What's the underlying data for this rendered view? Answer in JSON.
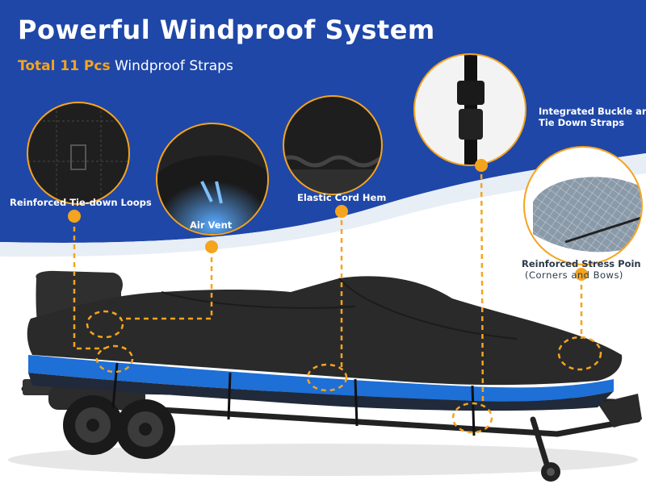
{
  "title": "Powerful Windproof System",
  "subtitle": {
    "highlight": "Total  11 Pcs",
    "rest": "Windproof Straps"
  },
  "colors": {
    "background_top": "#1f47a8",
    "accent": "#f5a41e",
    "cover": "#2a2a2a",
    "hull_stripe": "#1e6fd6"
  },
  "features": [
    {
      "label": "Reinforced Tie-down Loops",
      "icon": "tie-down-loop-closeup"
    },
    {
      "label": "Air Vent",
      "icon": "air-vent-closeup"
    },
    {
      "label": "Elastic Cord Hem",
      "icon": "elastic-hem-closeup"
    },
    {
      "label_line1": "Integrated Buckle ar",
      "label_line2": "Tie Down Straps",
      "icon": "buckle-strap-closeup"
    },
    {
      "label": "Reinforced Stress Poin",
      "sublabel": "(Corners and Bows)",
      "icon": "stress-point-closeup"
    }
  ]
}
